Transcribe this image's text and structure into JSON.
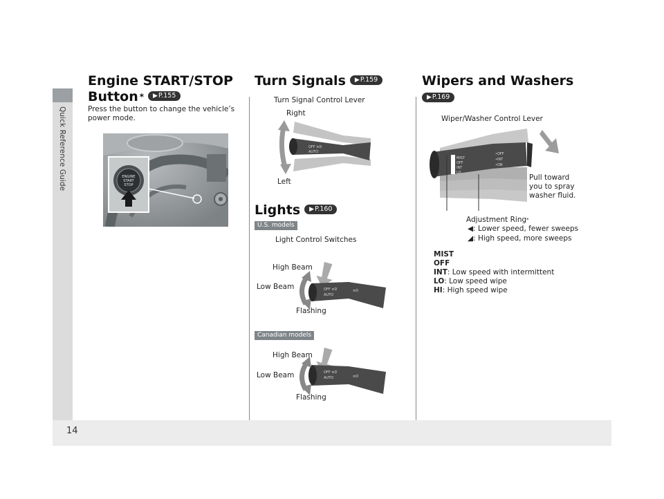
{
  "sidebar": {
    "section": "Quick Reference Guide"
  },
  "page_number": "14",
  "engine": {
    "title_line1": "Engine START/STOP",
    "title_line2": "Button",
    "asterisk": "*",
    "ref": "P.155",
    "description_line1": "Press the button to change the vehicle’s",
    "description_line2": "power mode.",
    "button_text_1": "ENGINE",
    "button_text_2": "START",
    "button_text_3": "STOP"
  },
  "turn_signals": {
    "title": "Turn Signals",
    "ref": "P.159",
    "lever_label": "Turn Signal Control Lever",
    "right_label": "Right",
    "left_label": "Left"
  },
  "lights": {
    "title": "Lights",
    "ref": "P.160",
    "us_badge": "U.S. models",
    "switches_label": "Light Control Switches",
    "high_beam": "High Beam",
    "low_beam": "Low Beam",
    "flashing": "Flashing",
    "canadian_badge": "Canadian models",
    "high_beam_2": "High Beam",
    "low_beam_2": "Low Beam",
    "flashing_2": "Flashing"
  },
  "wipers": {
    "title": "Wipers and Washers",
    "ref": "P.169",
    "lever_label": "Wiper/Washer Control Lever",
    "pull_line1": "Pull toward",
    "pull_line2": "you to spray",
    "pull_line3": "washer fluid.",
    "ring_label": "Adjustment Ring",
    "ring_asterisk": "*",
    "lower_speed": ": Lower speed, fewer sweeps",
    "high_speed": ": High speed, more sweeps",
    "mist": "MIST",
    "off": "OFF",
    "int_key": "INT",
    "int_desc": ": Low speed with intermittent",
    "lo_key": "LO",
    "lo_desc": ": Low speed wipe",
    "hi_key": "HI",
    "hi_desc": ": High speed wipe"
  }
}
